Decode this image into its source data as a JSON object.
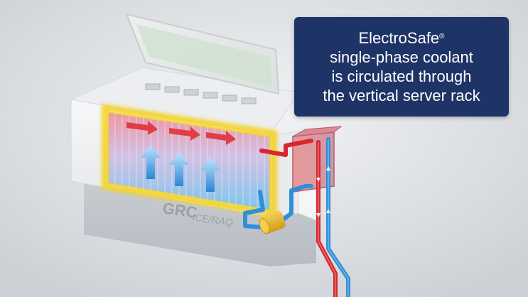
{
  "callout": {
    "brand": "ElectroSafe",
    "registered": "®",
    "lines": [
      "single-phase coolant",
      "is circulated through",
      "the vertical server rack"
    ]
  },
  "tank_label": {
    "brand": "GRC",
    "model": "ICE/RAQ"
  },
  "colors": {
    "callout_background": "#1f3466",
    "hot_coolant": "#d8262f",
    "cold_coolant": "#2f8fd8",
    "glow": "#f5d21a",
    "pump": "#e8b62a"
  }
}
